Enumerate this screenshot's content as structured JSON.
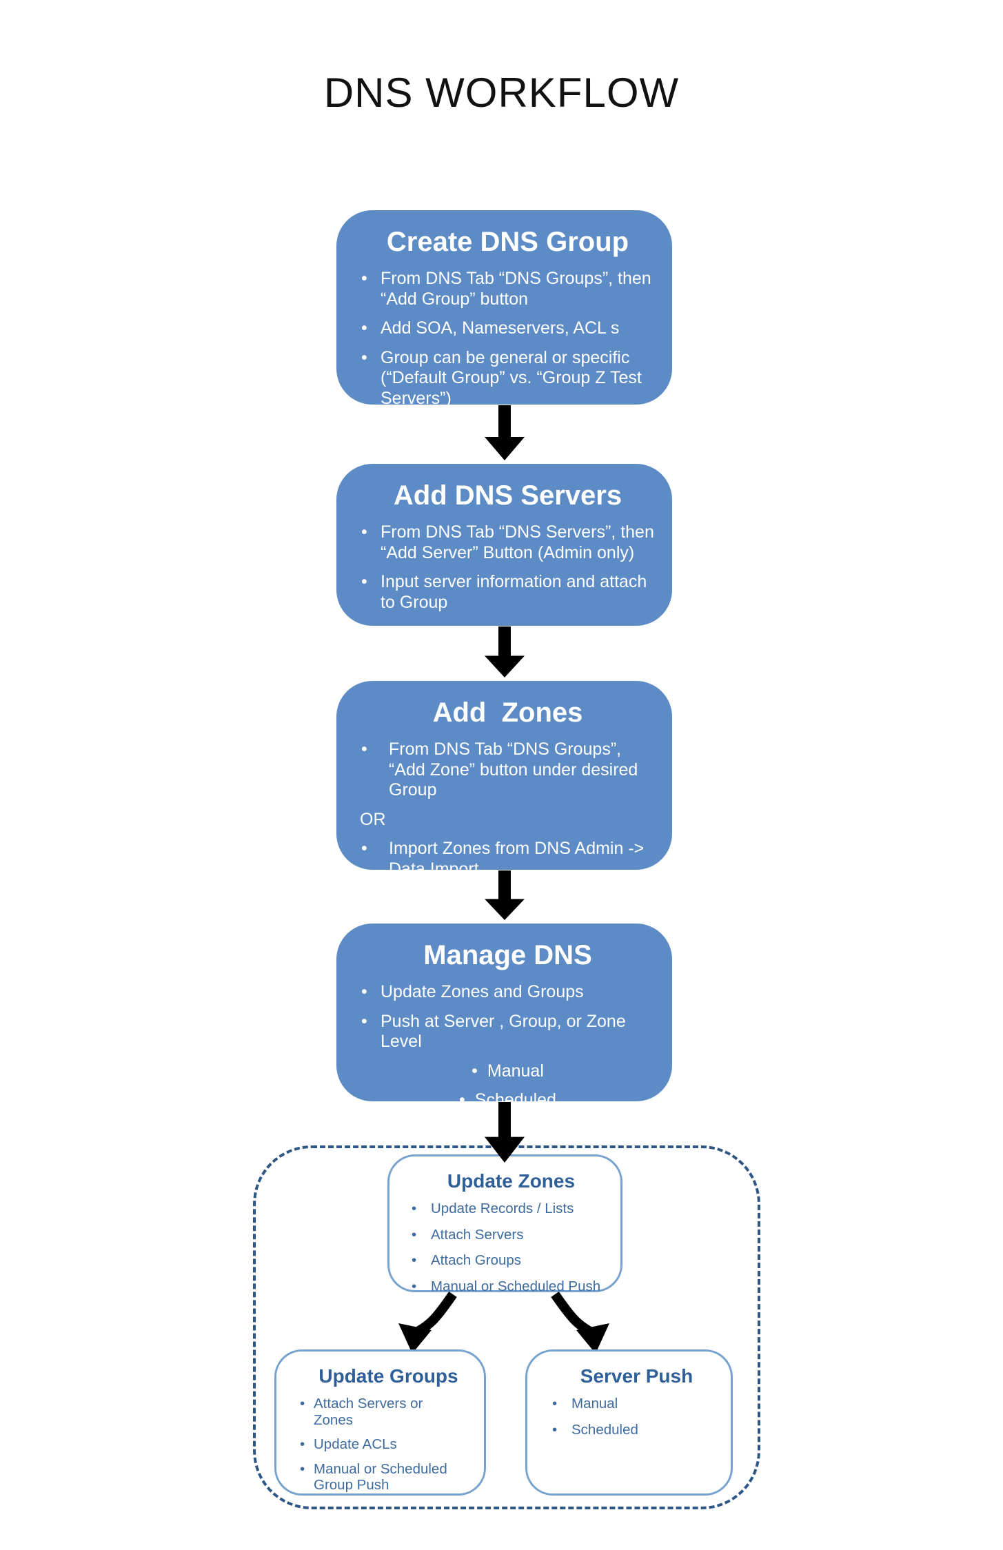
{
  "title": "DNS WORKFLOW",
  "colors": {
    "flow_box_fill": "#5C8BC5",
    "flow_box_text": "#FFFFFF",
    "detail_border": "#78A2CE",
    "detail_title_text": "#2F5F99",
    "detail_body_text": "#3E6B9E",
    "dashed_border": "#2D5684",
    "arrow": "#000000",
    "title_text": "#111111"
  },
  "flow": [
    {
      "title": "Create DNS Group",
      "items": [
        {
          "type": "bullet",
          "text": "From DNS Tab “DNS Groups”, then “Add Group” button"
        },
        {
          "type": "bullet",
          "text": "Add SOA, Nameservers, ACL s"
        },
        {
          "type": "bullet",
          "text": "Group can be general or specific (“Default Group” vs. “Group Z Test Servers”)"
        }
      ]
    },
    {
      "title": "Add DNS Servers",
      "items": [
        {
          "type": "bullet",
          "text": "From DNS Tab “DNS Servers”, then “Add Server” Button (Admin only)"
        },
        {
          "type": "bullet",
          "text": "Input server information and attach to Group"
        }
      ]
    },
    {
      "title": "Add  Zones",
      "items": [
        {
          "type": "bullet",
          "text": "From DNS Tab “DNS Groups”, “Add Zone” button under desired Group"
        },
        {
          "type": "plain",
          "text": "OR"
        },
        {
          "type": "bullet",
          "text": "Import Zones from DNS Admin -> Data Import"
        }
      ]
    },
    {
      "title": "Manage DNS",
      "items": [
        {
          "type": "bullet",
          "text": "Update Zones and Groups"
        },
        {
          "type": "bullet",
          "text": "Push at Server , Group, or Zone Level"
        },
        {
          "type": "bullet-centered",
          "text": "Manual"
        },
        {
          "type": "bullet-centered",
          "text": "Scheduled"
        }
      ]
    }
  ],
  "detail": {
    "update_zones": {
      "title": "Update Zones",
      "bullets": [
        "Update Records / Lists",
        "Attach Servers",
        "Attach Groups",
        "Manual or Scheduled Push"
      ]
    },
    "update_groups": {
      "title": "Update Groups",
      "bullets": [
        "Attach Servers or Zones",
        "Update ACLs",
        "Manual or Scheduled Group Push"
      ]
    },
    "server_push": {
      "title": "Server Push",
      "bullets": [
        "Manual",
        "Scheduled"
      ]
    }
  }
}
